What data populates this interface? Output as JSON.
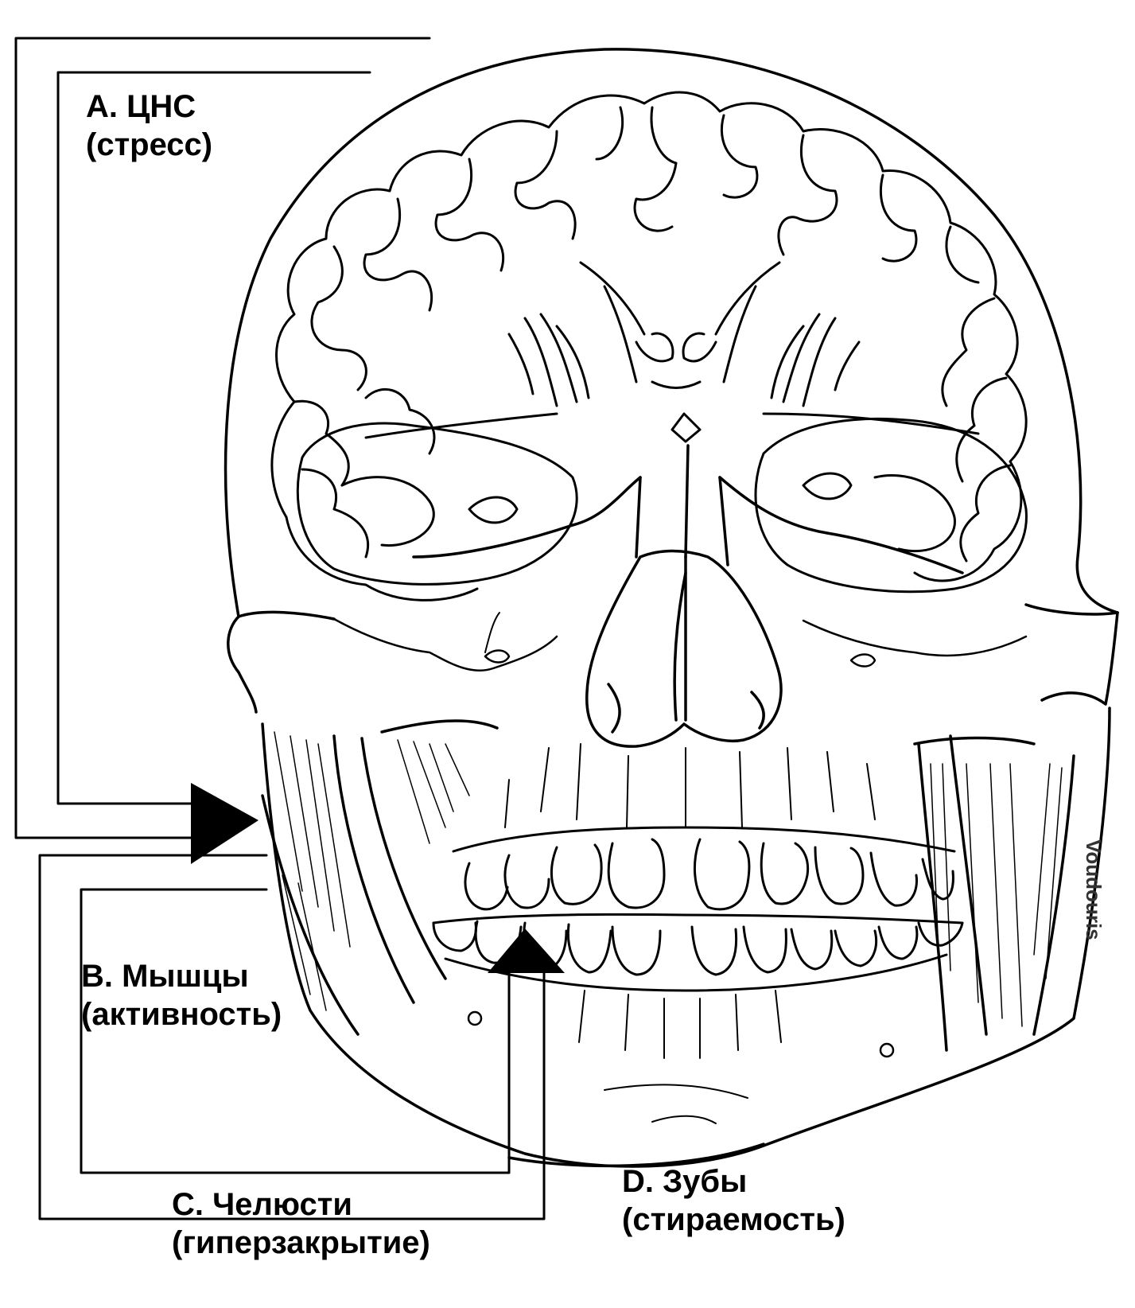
{
  "labels": {
    "a": {
      "line1": "A. ЦНС",
      "line2": "(стресс)"
    },
    "b": {
      "line1": "B. Мышцы",
      "line2": "(активность)"
    },
    "c": {
      "line1": "C. Челюсти",
      "line2": "(гиперзакрытие)"
    },
    "d": {
      "line1": "D. Зубы",
      "line2": "(стираемость)"
    }
  },
  "signature": "Voudouris",
  "colors": {
    "line": "#000000",
    "background": "#ffffff"
  },
  "icons": [
    "skull-illustration",
    "brain-coronal-section",
    "arrow-right-icon",
    "arrow-up-icon"
  ]
}
